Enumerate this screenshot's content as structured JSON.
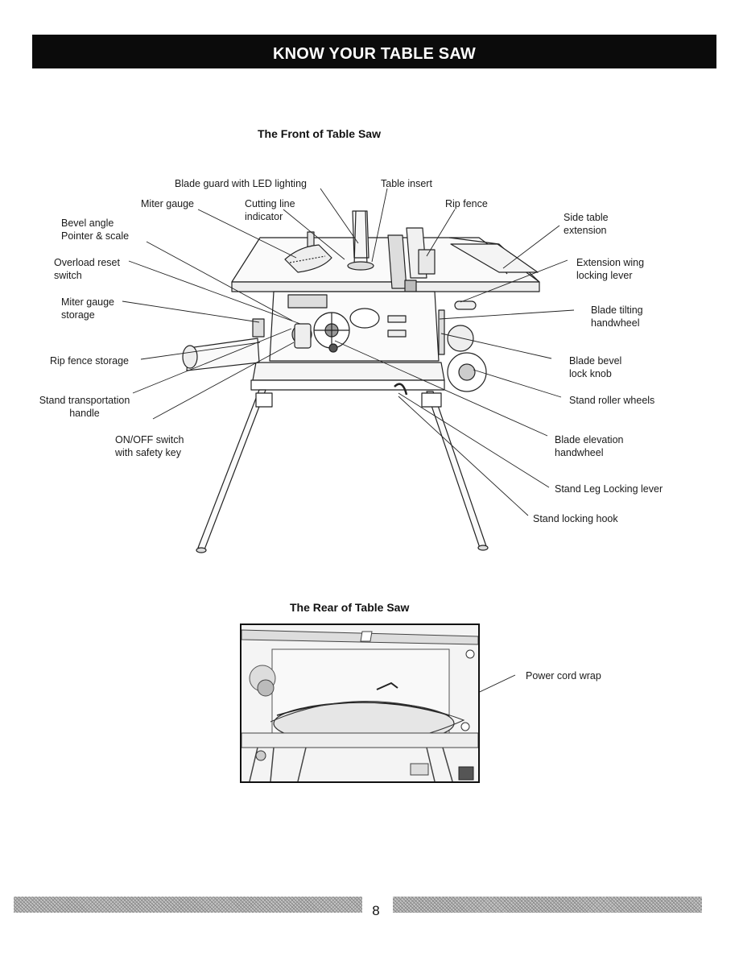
{
  "header": {
    "title": "KNOW YOUR TABLE SAW"
  },
  "front": {
    "title": "The Front of Table Saw",
    "labels": {
      "blade_guard": "Blade guard with LED lighting",
      "table_insert": "Table insert",
      "miter_gauge": "Miter gauge",
      "cutting_line": "Cutting line\nindicator",
      "rip_fence": "Rip fence",
      "bevel_angle": "Bevel angle\nPointer & scale",
      "side_table": "Side table\nextension",
      "overload": "Overload reset\nswitch",
      "ext_wing": "Extension wing\nlocking lever",
      "miter_storage": "Miter gauge\nstorage",
      "blade_tilting": "Blade tilting\nhandwheel",
      "rip_storage": "Rip fence storage",
      "bevel_lock": "Blade bevel\nlock knob",
      "transport": "Stand transportation\nhandle",
      "roller": "Stand roller wheels",
      "onoff": "ON/OFF switch\nwith safety key",
      "elevation": "Blade elevation\nhandwheel",
      "leg_lever": "Stand Leg Locking lever",
      "hook": "Stand locking hook"
    }
  },
  "rear": {
    "title": "The Rear of Table Saw",
    "labels": {
      "cord_wrap": "Power cord wrap"
    }
  },
  "footer": {
    "page_number": "8"
  }
}
